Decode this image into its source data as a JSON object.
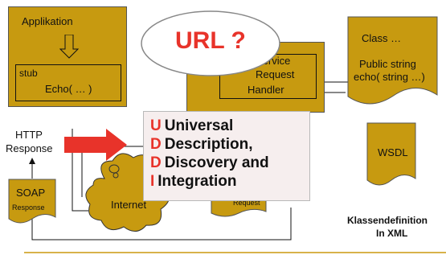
{
  "boxes": {
    "applikation": {
      "title": "Applikation",
      "stub_label": "stub",
      "echo_label": "Echo( … )"
    },
    "request_handler": {
      "line1": "Service",
      "line2": "Request",
      "line3": "Handler"
    },
    "class_def": {
      "line1": "Class …",
      "line2": "Public string",
      "line3": "echo( string …)"
    }
  },
  "callout": {
    "text": "URL ?"
  },
  "http_response": {
    "line1": "HTTP",
    "line2": "Response"
  },
  "soap_response": {
    "line1": "SOAP",
    "line2": "Response"
  },
  "internet_label": "Internet",
  "soap_request_label": "Request",
  "wsdl_label": "WSDL",
  "klassen": {
    "line1": "Klassendefinition",
    "line2": "In XML"
  },
  "uddi": {
    "rows": [
      {
        "letter": "U",
        "text": "Universal"
      },
      {
        "letter": "D",
        "text": "Description,"
      },
      {
        "letter": "D",
        "text": "Discovery and"
      },
      {
        "letter": "I",
        "text": "Integration"
      }
    ]
  },
  "colors": {
    "gold": "#c79a10",
    "red": "#e8332a",
    "uddi_bg": "#f6eeee",
    "rule": "#d8b24a"
  }
}
